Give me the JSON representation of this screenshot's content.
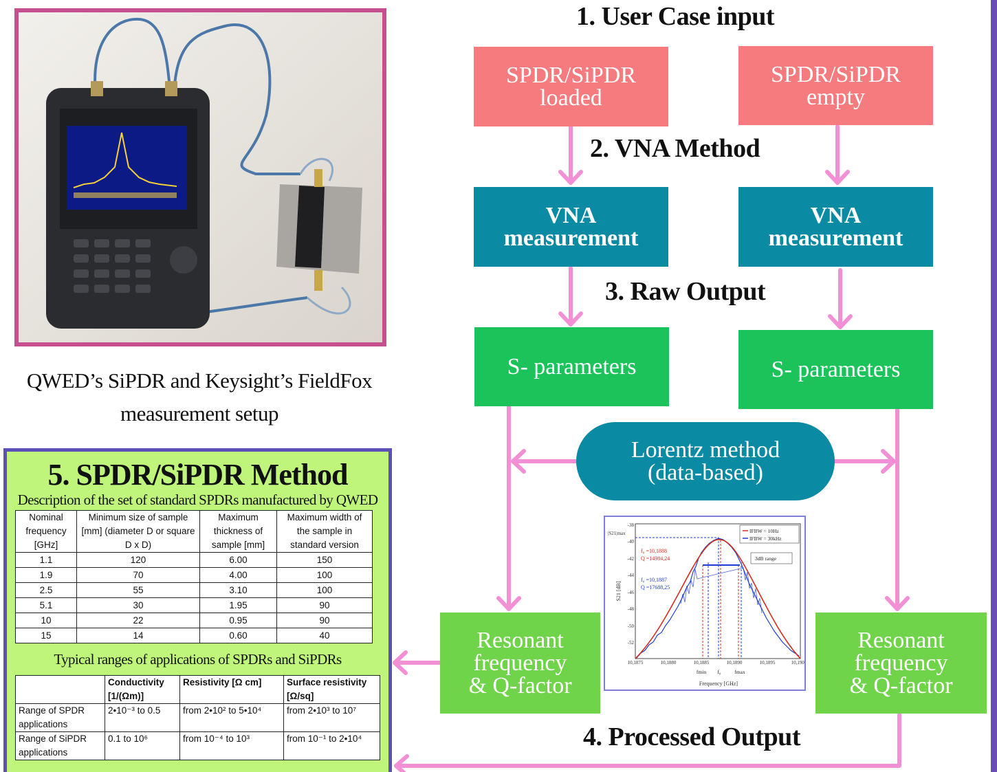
{
  "photo": {
    "caption_line1": "QWED’s SiPDR and Keysight’s FieldFox",
    "caption_line2": "measurement setup"
  },
  "steps": {
    "step1": "1.  User Case input",
    "step2": "2. VNA Method",
    "step3": "3. Raw Output",
    "step4": "4. Processed Output",
    "step5": "5. SPDR/SiPDR Method"
  },
  "left_column": {
    "input_line1": "SPDR/SiPDR",
    "input_line2": "loaded",
    "vna_line1": "VNA",
    "vna_line2": "measurement",
    "raw": "S- parameters",
    "result_line1": "Resonant",
    "result_line2": "frequency",
    "result_line3": "& Q-factor"
  },
  "right_column": {
    "input_line1": "SPDR/SiPDR",
    "input_line2": "empty",
    "vna_line1": "VNA",
    "vna_line2": "measurement",
    "raw": "S- parameters",
    "result_line1": "Resonant",
    "result_line2": "frequency",
    "result_line3": "& Q-factor"
  },
  "lorentz": {
    "line1": "Lorentz method",
    "line2": "(data-based)"
  },
  "graph": {
    "ylabel": "S21 [dB]",
    "xlabel": "Frequency [GHz]",
    "legend": [
      "IFBW = 10Hz",
      "IFBW = 30kHz"
    ],
    "range_label": "3dB range",
    "yticks": [
      "-38",
      "-40",
      "-42",
      "-44",
      "-46",
      "-48",
      "-50",
      "-52"
    ],
    "xticks": [
      "10,1875",
      "10,1880",
      "10,1885",
      "10,1890",
      "10,1895",
      "10,1900"
    ],
    "s21max": "|S21|max",
    "red_f0": "f₀ =10,1888",
    "red_q": "Q =14984,24",
    "blue_f0": "f₀ =10,1887",
    "blue_q": "Q =17688,25",
    "fmin": "fmin",
    "f0": "f₀",
    "fmax": "fmax",
    "colors": {
      "red": "#d22d1f",
      "blue": "#1f3bd2"
    }
  },
  "method": {
    "description": "Description of the set of standard SPDRs manufactured by QWED",
    "table1": {
      "headers": [
        "Nominal frequency [GHz]",
        "Minimum size of sample [mm] (diameter D or square D x D)",
        "Maximum thickness of sample [mm]",
        "Maximum width of the sample in standard version"
      ],
      "rows": [
        [
          "1.1",
          "120",
          "6.00",
          "150"
        ],
        [
          "1.9",
          "70",
          "4.00",
          "100"
        ],
        [
          "2.5",
          "55",
          "3.10",
          "100"
        ],
        [
          "5.1",
          "30",
          "1.95",
          "90"
        ],
        [
          "10",
          "22",
          "0.95",
          "90"
        ],
        [
          "15",
          "14",
          "0.60",
          "40"
        ]
      ]
    },
    "typical_title": "Typical ranges of applications of SPDRs and SiPDRs",
    "table2": {
      "headers": [
        "",
        "Conductivity [1/(Ωm)]",
        "Resistivity [Ω cm]",
        "Surface resistivity [Ω/sq]"
      ],
      "rows": [
        [
          "Range of SPDR applications",
          "2•10⁻³ to 0.5",
          "from 2•10² to 5•10⁴",
          "from 2•10³ to 10⁷"
        ],
        [
          "Range of SiPDR applications",
          "0.1 to 10⁶",
          "from 10⁻⁴ to 10³",
          "from 10⁻¹ to 2•10⁴"
        ]
      ]
    }
  },
  "colors": {
    "arrow": "#f28fd5",
    "input": "#f57b7e",
    "vna": "#0b8aa4",
    "raw": "#1bc35a",
    "result": "#6fd449",
    "photo_frame": "#c64f8e",
    "panel_bg": "#bff57a",
    "panel_border": "#5a50b5"
  }
}
